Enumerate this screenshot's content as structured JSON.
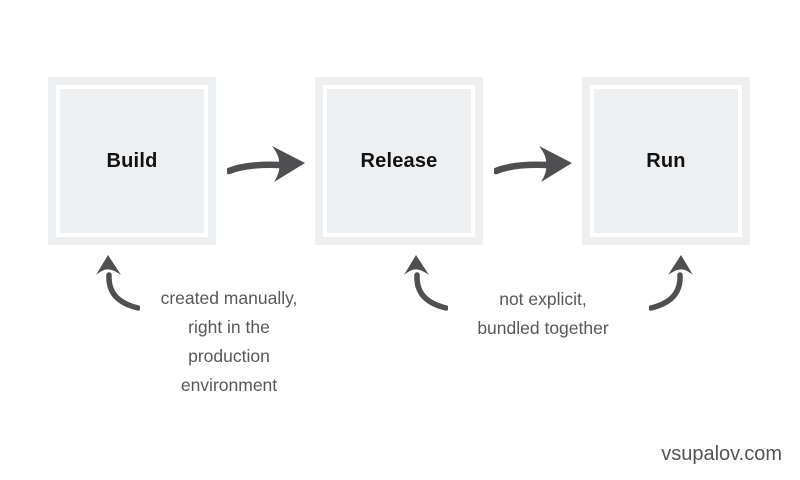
{
  "diagram": {
    "title": "Build Release Run stages diagram",
    "stages": [
      {
        "label": "Build"
      },
      {
        "label": "Release"
      },
      {
        "label": "Run"
      }
    ],
    "flow_arrows": [
      {
        "icon": "arrow-right-icon",
        "from": "Build",
        "to": "Release"
      },
      {
        "icon": "arrow-right-icon",
        "from": "Release",
        "to": "Run"
      }
    ],
    "annotations": [
      {
        "lines": [
          "created manually,",
          "right in the",
          "production",
          "environment"
        ],
        "arrow_icons": [
          "curved-up-arrow-icon"
        ]
      },
      {
        "lines": [
          "not explicit,",
          "bundled together"
        ],
        "arrow_icons": [
          "curved-up-arrow-icon",
          "curved-up-arrow-icon-mirrored"
        ]
      }
    ],
    "colors": {
      "background": "#ffffff",
      "box_fill": "#edeff1",
      "box_inner_border": "#ffffff",
      "stage_label_text": "#111111",
      "arrow": "#4f4f52",
      "annotation_text": "#595959",
      "watermark_text": "#555555"
    }
  },
  "footer": {
    "watermark": "vsupalov.com"
  }
}
